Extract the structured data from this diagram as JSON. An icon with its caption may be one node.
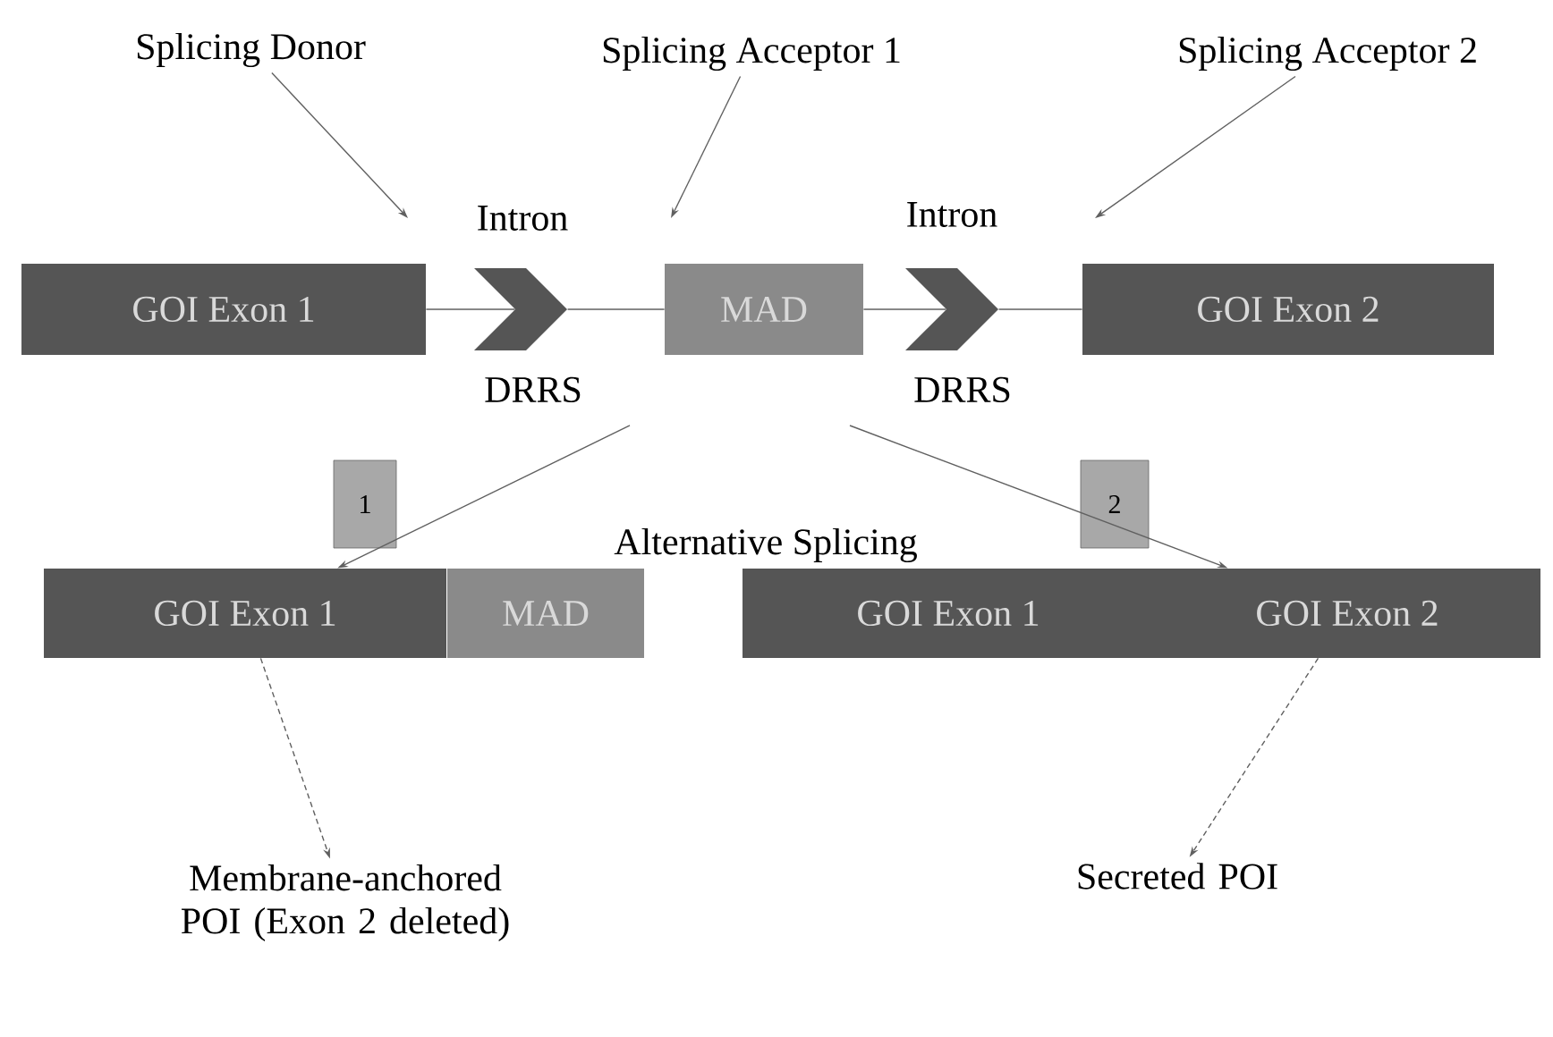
{
  "diagram": {
    "nodes": [
      {
        "text": [
          "Splicing Donor"
        ]
      },
      {
        "text": [
          "Splicing Acceptor 1"
        ]
      },
      {
        "text": [
          "Splicing Acceptor 2"
        ]
      },
      {
        "text": [
          "GOI Exon 1"
        ]
      },
      {
        "text": [],
        "shape": "chevron"
      },
      {
        "text": [
          "MAD"
        ]
      },
      {
        "text": [],
        "shape": "chevron"
      },
      {
        "text": [
          "GOI Exon 2"
        ]
      },
      {
        "text": [
          "1"
        ]
      },
      {
        "text": [
          "2"
        ]
      },
      {
        "text": [
          "GOI Exon 1"
        ]
      },
      {
        "text": [
          "MAD"
        ]
      },
      {
        "text": [
          "GOI Exon 1"
        ]
      },
      {
        "text": [
          "GOI Exon 2"
        ]
      },
      {
        "text": [
          "Membrane-anchored POI (Exon 2 deleted)"
        ]
      },
      {
        "text": [
          "Secreted POI"
        ]
      }
    ],
    "edges": [
      {
        "from": 0,
        "to": null,
        "arrow": "to"
      },
      {
        "from": 1,
        "to": null,
        "arrow": "to"
      },
      {
        "from": 2,
        "to": null,
        "arrow": "to"
      },
      {
        "from": 3,
        "to": 4,
        "arrow": "none"
      },
      {
        "from": 4,
        "to": 5,
        "arrow": "none"
      },
      {
        "from": 5,
        "to": 6,
        "arrow": "none"
      },
      {
        "from": 6,
        "to": 7,
        "arrow": "none"
      },
      {
        "from": null,
        "to": 10,
        "arrow": "to"
      },
      {
        "from": null,
        "to": 13,
        "arrow": "to"
      },
      {
        "from": 10,
        "to": 14,
        "arrow": "to",
        "style": "dashed"
      },
      {
        "from": 13,
        "to": 15,
        "arrow": "to",
        "style": "dashed"
      }
    ],
    "labels": [
      "Intron",
      "Intron",
      "DRRS",
      "DRRS",
      "Alternative Splicing"
    ]
  }
}
